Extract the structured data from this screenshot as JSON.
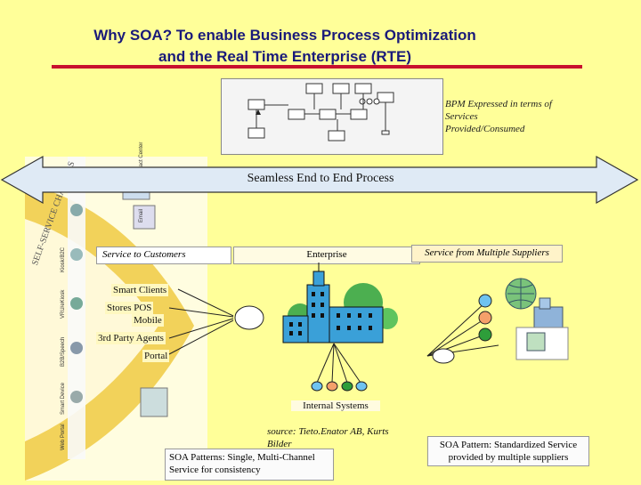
{
  "title": {
    "line1": "Why SOA? To enable Business Process Optimization",
    "line2": "and the Real Time Enterprise (RTE)"
  },
  "bpm": {
    "label": "BPM Expressed in terms of Services Provided/Consumed"
  },
  "process_bar": {
    "label": "Seamless End to End Process"
  },
  "sections": {
    "service_to_customers": "Service to Customers",
    "enterprise": "Enterprise",
    "service_from_suppliers": "Service from Multiple Suppliers"
  },
  "channels": {
    "smart_clients": "Smart Clients",
    "stores_pos": "Stores POS",
    "mobile": "Mobile",
    "third_party": "3rd Party Agents",
    "portal": "Portal"
  },
  "left_panel": {
    "arc_text": "SELF-SERVICE CHANNELS",
    "vertical_labels": [
      "Web Portal",
      "Smart Device",
      "B2B/Speech",
      "VRU/eKiosk",
      "Kiosk/B2C",
      "Email",
      "Contact Center"
    ]
  },
  "internal_systems": "Internal Systems",
  "source": "source: Tieto.Enator AB, Kurts Bilder",
  "soa_left": "SOA Patterns: Single, Multi-Channel Service for consistency",
  "soa_right": "SOA Pattern: Standardized Service provided by multiple suppliers",
  "colors": {
    "background": "#ffff99",
    "title": "#1a1a7a",
    "rule": "#c8102e",
    "arrow_fill": "#dfeaf5",
    "building": "#3aa0d8",
    "tree": "#4caf50",
    "node_blue": "#6fc3f0",
    "node_orange": "#f5a06a",
    "node_green": "#2e9e3a"
  }
}
